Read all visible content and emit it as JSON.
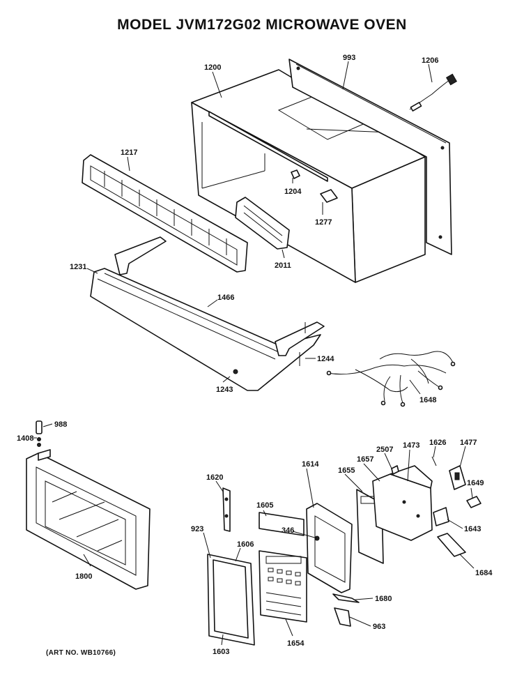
{
  "title": "MODEL JVM172G02 MICROWAVE OVEN",
  "art_number": "(ART NO. WB10766)",
  "part_labels": {
    "p993": "993",
    "p1200": "1200",
    "p1206": "1206",
    "p1217": "1217",
    "p1204": "1204",
    "p1277": "1277",
    "p2011": "2011",
    "p1231": "1231",
    "p1466": "1466",
    "p1244": "1244",
    "p1243": "1243",
    "p1648": "1648",
    "p988": "988",
    "p1408": "1408",
    "p1800": "1800",
    "p1620": "1620",
    "p923": "923",
    "p1606": "1606",
    "p1605": "1605",
    "p346": "346",
    "p1603": "1603",
    "p1654": "1654",
    "p1614": "1614",
    "p1655": "1655",
    "p1657": "1657",
    "p2507": "2507",
    "p1473": "1473",
    "p1626": "1626",
    "p1477": "1477",
    "p1649": "1649",
    "p1643": "1643",
    "p1684": "1684",
    "p1680": "1680",
    "p963": "963"
  }
}
